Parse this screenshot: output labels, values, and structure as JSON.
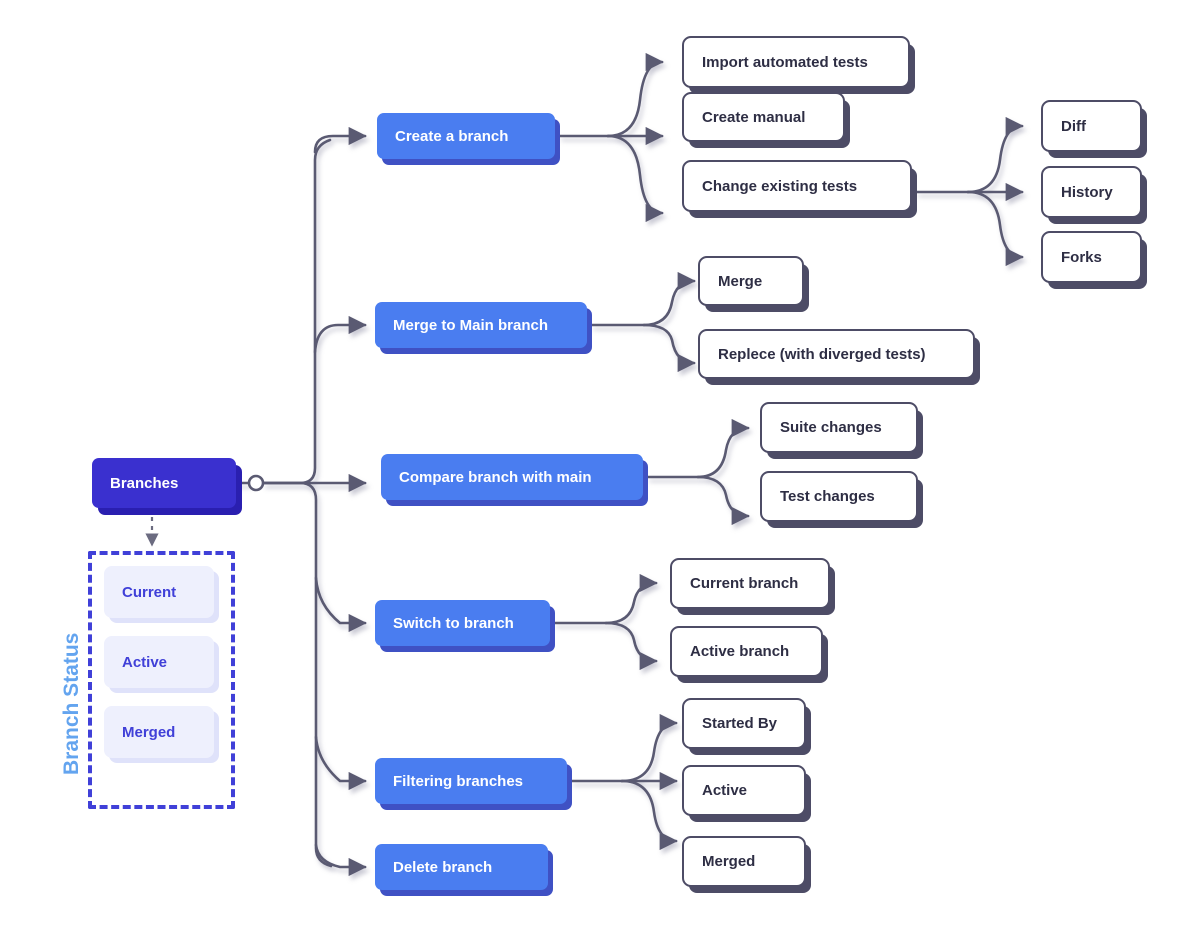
{
  "diagram": {
    "title": "Branches mind map",
    "colors": {
      "root": "#3a30cf",
      "root_shadow": "#2a1fb0",
      "branch_blue": "#4a7df0",
      "branch_blue_shadow": "#3f51c4",
      "box_border": "#4d4c66",
      "box_text": "#2e2e44",
      "chip_bg": "#eef0fd",
      "chip_text": "#4040d8",
      "chip_shadow": "#dfe2fa",
      "dashed_border": "#4040d8",
      "connector": "#5a5a72",
      "caption": "#63a4ef",
      "canvas": "#ffffff"
    }
  },
  "root": {
    "label": "Branches"
  },
  "status_group": {
    "caption": "Branch Status",
    "chips": [
      {
        "label": "Current"
      },
      {
        "label": "Active"
      },
      {
        "label": "Merged"
      }
    ]
  },
  "branches": [
    {
      "label": "Create a branch",
      "children": [
        {
          "label": "Import automated tests"
        },
        {
          "label": "Create manual"
        },
        {
          "label": "Change existing tests",
          "children": [
            {
              "label": "Diff"
            },
            {
              "label": "History"
            },
            {
              "label": "Forks"
            }
          ]
        }
      ]
    },
    {
      "label": "Merge to Main branch",
      "children": [
        {
          "label": "Merge"
        },
        {
          "label": "Replece (with diverged tests)"
        }
      ]
    },
    {
      "label": "Compare branch with main",
      "children": [
        {
          "label": "Suite changes"
        },
        {
          "label": "Test changes"
        }
      ]
    },
    {
      "label": "Switch to branch",
      "children": [
        {
          "label": "Current branch"
        },
        {
          "label": "Active branch"
        }
      ]
    },
    {
      "label": "Filtering branches",
      "children": [
        {
          "label": "Started By"
        },
        {
          "label": "Active"
        },
        {
          "label": "Merged"
        }
      ]
    },
    {
      "label": "Delete branch",
      "children": []
    }
  ]
}
